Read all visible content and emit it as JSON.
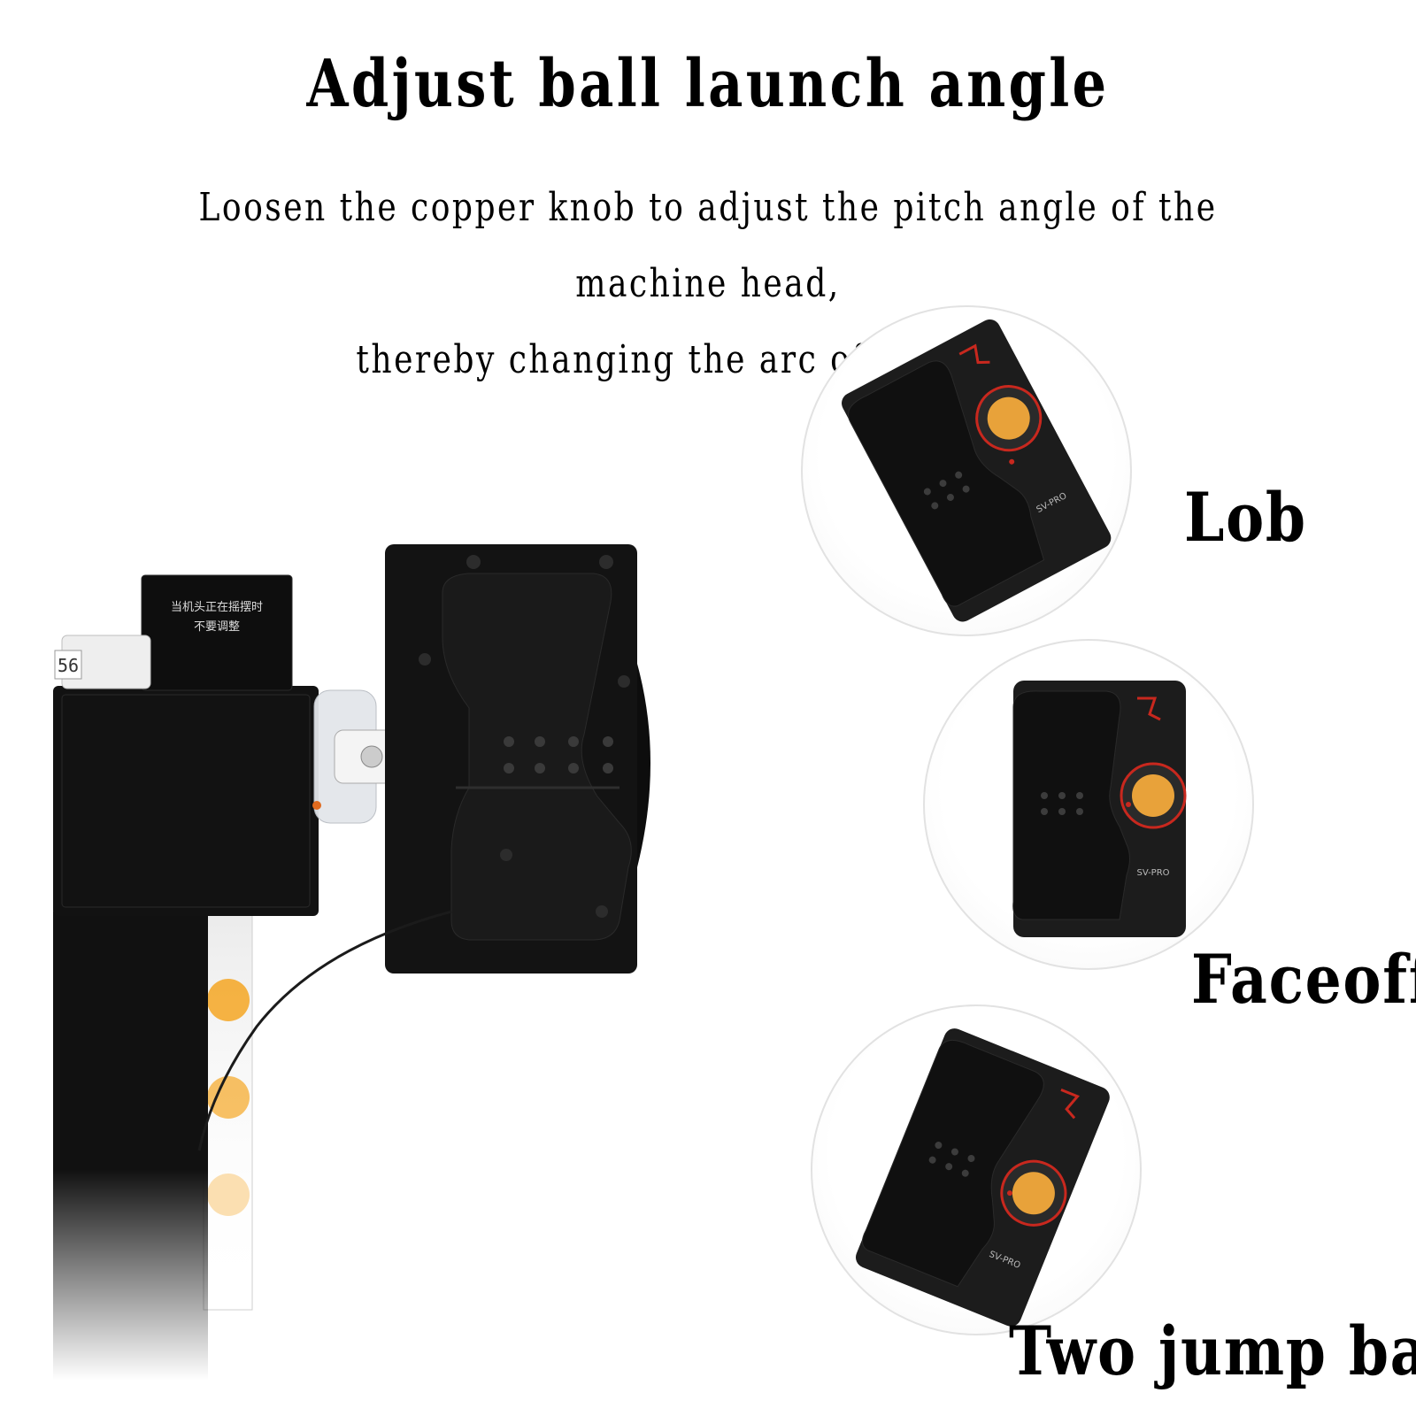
{
  "title": "Adjust ball launch angle",
  "description": {
    "line1": "Loosen the copper knob to adjust the pitch angle of the machine head,",
    "line2": "thereby changing the arc of the serve."
  },
  "machine_sticker": {
    "line1": "当机头正在摇摆时",
    "line2": "不要调整"
  },
  "machine_counter": "56",
  "head_model_label": "SV-PRO",
  "angles": [
    {
      "label": "Lob"
    },
    {
      "label": "Faceoff"
    },
    {
      "label": "Two jump ball"
    }
  ],
  "colors": {
    "machine_body": "#111111",
    "accent_red": "#c8281e",
    "dial_amber": "#e8a23a",
    "ball_orange": "#f5a623"
  }
}
